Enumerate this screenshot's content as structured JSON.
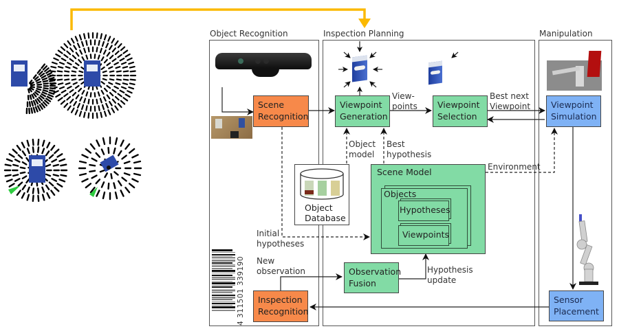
{
  "panels": {
    "object_recognition": "Object Recognition",
    "inspection_planning": "Inspection Planning",
    "manipulation": "Manipulation"
  },
  "boxes": {
    "scene_recognition": [
      "Scene",
      "Recognition"
    ],
    "viewpoint_generation": [
      "Viewpoint",
      "Generation"
    ],
    "viewpoint_selection": [
      "Viewpoint",
      "Selection"
    ],
    "viewpoint_simulation": [
      "Viewpoint",
      "Simulation"
    ],
    "observation_fusion": [
      "Observation",
      "Fusion"
    ],
    "inspection_recognition": [
      "Inspection",
      "Recognition"
    ],
    "sensor_placement": [
      "Sensor",
      "Placement"
    ],
    "object_database": [
      "Object",
      "Database"
    ],
    "scene_model": "Scene Model",
    "objects": "Objects",
    "hypotheses": "Hypotheses",
    "viewpoints": "Viewpoints"
  },
  "edge_labels": {
    "viewpoints": [
      "View-",
      "points"
    ],
    "best_next_viewpoint": [
      "Best next",
      "Viewpoint"
    ],
    "object_model": [
      "Object",
      "model"
    ],
    "best_hypothesis": [
      "Best",
      "hypothesis"
    ],
    "environment": "Environment",
    "initial_hypotheses": [
      "Initial",
      "hypotheses"
    ],
    "new_observation": [
      "New",
      "observation"
    ],
    "hypothesis_update": [
      "Hypothesis",
      "update"
    ]
  },
  "barcode_number": "4 311501 339190",
  "colors": {
    "recognition": "#f7894a",
    "planning": "#82dba5",
    "manipulation": "#7fb2f5",
    "feedback_arrow": "#fbb900"
  }
}
